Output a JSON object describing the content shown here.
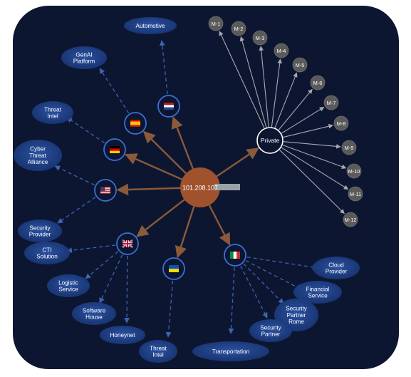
{
  "colors": {
    "background": "#0d1631",
    "hub": "#a0522d",
    "hub_edge": "#8a5a3a",
    "sector_node": "#1e3f82",
    "sector_edge": "#3c64b4",
    "country_ring": "#3a6fd6",
    "m_node": "#5a5a5a",
    "m_edge": "#a7a9b1"
  },
  "hub": {
    "label": "101.208.107"
  },
  "private": {
    "label": "Private"
  },
  "m_nodes": [
    "M-1",
    "M-2",
    "M-3",
    "M-4",
    "M-5",
    "M-6",
    "M-7",
    "M-8",
    "M-9",
    "M-10",
    "M-11",
    "M-12"
  ],
  "countries": [
    {
      "id": "nl",
      "flag": "Netherlands",
      "sectors": [
        {
          "label": [
            "Automotive"
          ]
        }
      ]
    },
    {
      "id": "es",
      "flag": "Spain",
      "sectors": [
        {
          "label": [
            "GenAI",
            "Platform"
          ]
        }
      ]
    },
    {
      "id": "de",
      "flag": "Germany",
      "sectors": [
        {
          "label": [
            "Threat",
            "Intel"
          ]
        }
      ]
    },
    {
      "id": "us",
      "flag": "United States",
      "sectors": [
        {
          "label": [
            "Cyber",
            "Threat",
            "Alliance"
          ]
        },
        {
          "label": [
            "Security",
            "Provider"
          ]
        }
      ]
    },
    {
      "id": "gb",
      "flag": "United Kingdom",
      "sectors": [
        {
          "label": [
            "CTI",
            "Solution"
          ]
        },
        {
          "label": [
            "Logistic",
            "Service"
          ]
        },
        {
          "label": [
            "Software",
            "House"
          ]
        },
        {
          "label": [
            "Honeynet"
          ]
        }
      ]
    },
    {
      "id": "ua",
      "flag": "Ukraine",
      "sectors": [
        {
          "label": [
            "Threat",
            "Intel"
          ]
        }
      ]
    },
    {
      "id": "it",
      "flag": "Italy",
      "sectors": [
        {
          "label": [
            "Cloud",
            "Provider"
          ]
        },
        {
          "label": [
            "Financial",
            "Service"
          ]
        },
        {
          "label": [
            "Security",
            "Partner",
            "Rome"
          ]
        },
        {
          "label": [
            "Security",
            "Partner"
          ]
        },
        {
          "label": [
            "Transportation"
          ]
        }
      ]
    }
  ]
}
